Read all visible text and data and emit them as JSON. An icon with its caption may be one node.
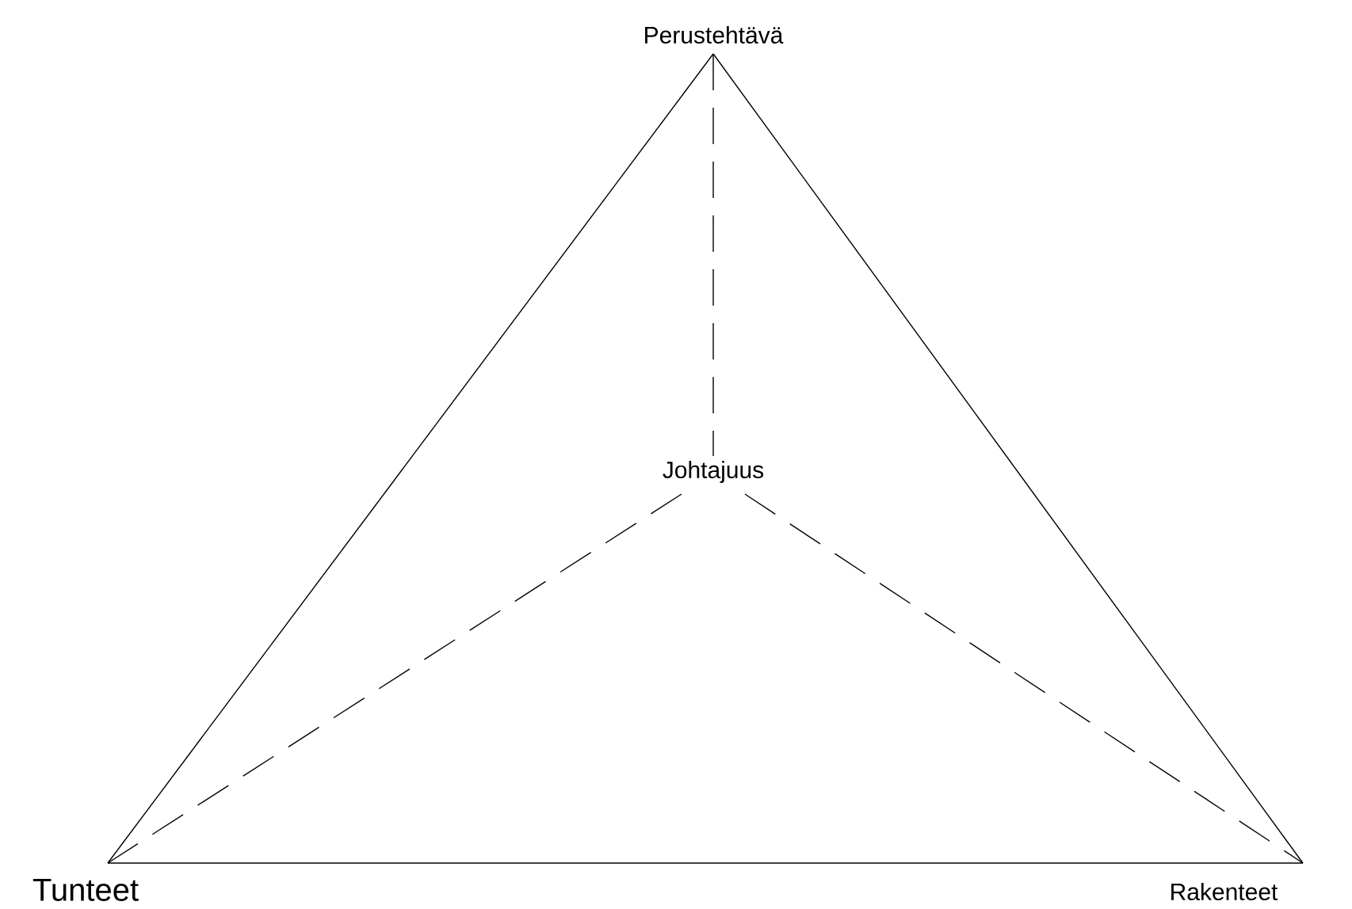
{
  "diagram": {
    "nodes": [
      {
        "text": [
          "Perustehtävä"
        ]
      },
      {
        "text": [
          "Johtajuus"
        ]
      },
      {
        "text": [
          "Tunteet"
        ]
      },
      {
        "text": [
          "Rakenteet"
        ]
      }
    ],
    "edges": [
      {
        "from": 0,
        "to": 2,
        "arrow": "none"
      },
      {
        "from": 0,
        "to": 3,
        "arrow": "none"
      },
      {
        "from": 2,
        "to": 3,
        "arrow": "none"
      },
      {
        "from": 0,
        "to": 1,
        "arrow": "none",
        "style": "dashed"
      },
      {
        "from": 1,
        "to": 2,
        "arrow": "none",
        "style": "dashed"
      },
      {
        "from": 1,
        "to": 3,
        "arrow": "none",
        "style": "dashed"
      }
    ]
  }
}
